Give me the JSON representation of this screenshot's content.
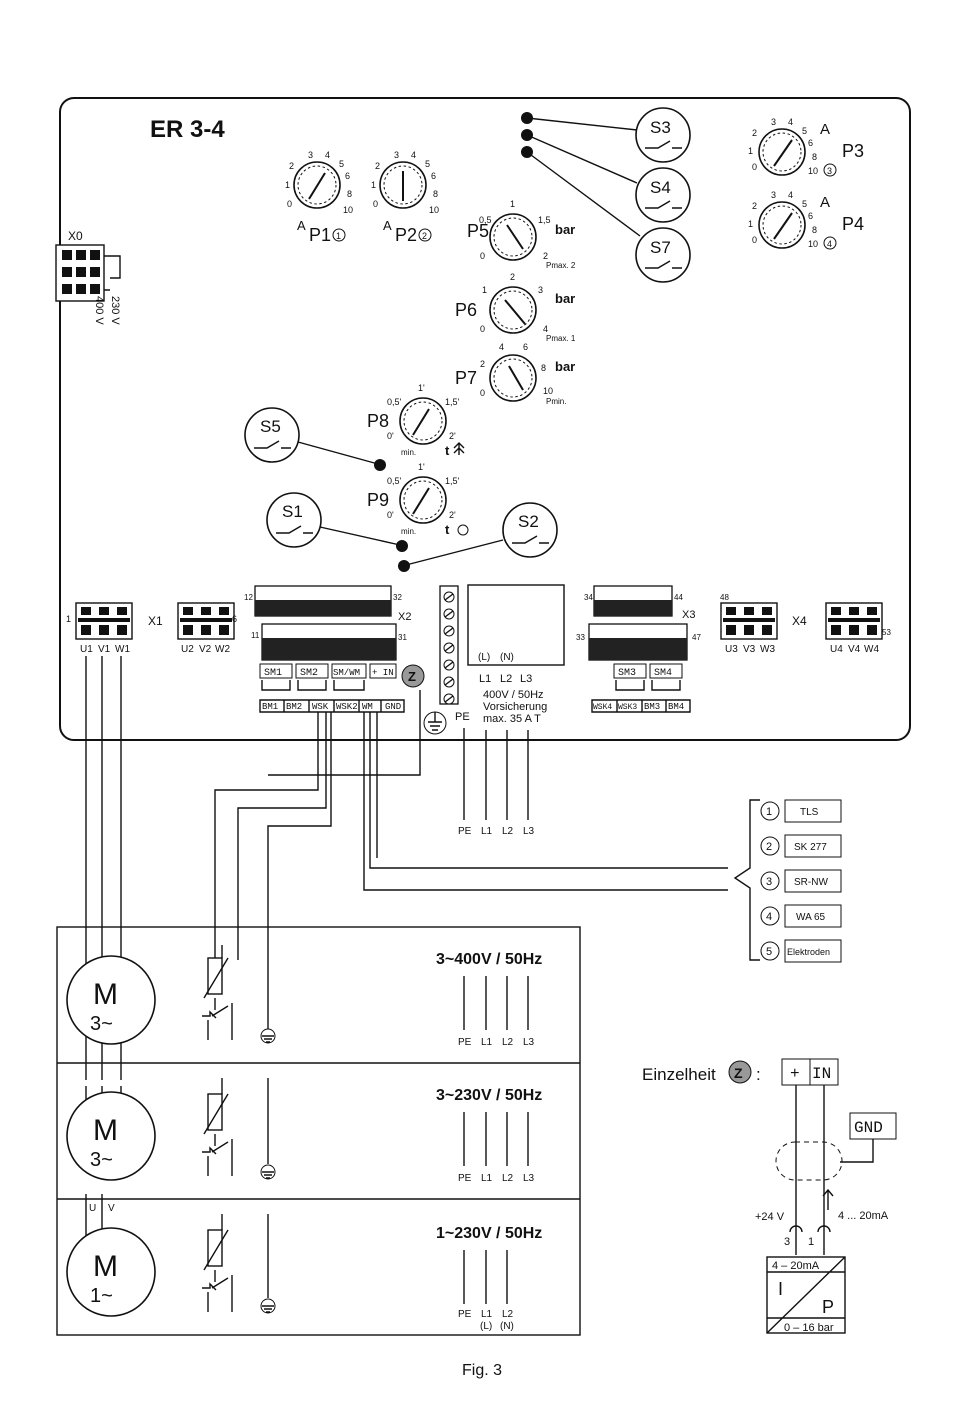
{
  "board": {
    "title": "ER 3-4"
  },
  "x0": {
    "label": "X0",
    "v230": "230 V",
    "v400": "400 V"
  },
  "potentiometers": [
    {
      "id": "P1",
      "ticks": [
        "0",
        "1",
        "2",
        "3",
        "4",
        "5",
        "6",
        "8",
        "10"
      ],
      "tag": "A",
      "badge": "1"
    },
    {
      "id": "P2",
      "ticks": [
        "0",
        "1",
        "2",
        "3",
        "4",
        "5",
        "6",
        "8",
        "10"
      ],
      "tag": "A",
      "badge": "2"
    },
    {
      "id": "P3",
      "ticks": [
        "0",
        "1",
        "2",
        "3",
        "4",
        "5",
        "6",
        "8",
        "10"
      ],
      "tag": "A",
      "badge": "3"
    },
    {
      "id": "P4",
      "ticks": [
        "0",
        "1",
        "2",
        "3",
        "4",
        "5",
        "6",
        "8",
        "10"
      ],
      "tag": "A",
      "badge": "4"
    },
    {
      "id": "P5",
      "unit": "bar",
      "ticks": [
        "0",
        "0,5",
        "1",
        "1,5",
        "2"
      ],
      "note": "Pmax. 2"
    },
    {
      "id": "P6",
      "unit": "bar",
      "ticks": [
        "0",
        "1",
        "2",
        "3",
        "4"
      ],
      "note": "Pmax. 1"
    },
    {
      "id": "P7",
      "unit": "bar",
      "ticks": [
        "0",
        "2",
        "4",
        "6",
        "8",
        "10"
      ],
      "note": "Pmin."
    },
    {
      "id": "P8",
      "ticks": [
        "0'",
        "0,5'",
        "1'",
        "1,5'",
        "2'"
      ],
      "note": "min.",
      "symbol": "t"
    },
    {
      "id": "P9",
      "ticks": [
        "0'",
        "0,5'",
        "1'",
        "1,5'",
        "2'"
      ],
      "note": "min.",
      "symbol": "t"
    }
  ],
  "switches": [
    "S1",
    "S2",
    "S3",
    "S4",
    "S5",
    "S7"
  ],
  "terminals": {
    "x1": {
      "label": "X1",
      "left": "1",
      "right": "6",
      "names": [
        "U1",
        "V1",
        "W1",
        "U2",
        "V2",
        "W2"
      ]
    },
    "x2": {
      "label": "X2",
      "n12": "12",
      "n32": "32",
      "n11": "11",
      "n31": "31"
    },
    "x3": {
      "label": "X3",
      "n34": "34",
      "n44": "44",
      "n33": "33",
      "n47": "47"
    },
    "x4": {
      "label": "X4",
      "n48": "48",
      "n53": "53",
      "names": [
        "U3",
        "V3",
        "W3",
        "U4",
        "V4",
        "W4"
      ]
    },
    "left_blocks": [
      "SM1",
      "SM2",
      "SM/WM",
      "+ IN"
    ],
    "left_bottom": [
      "BM1",
      "BM2",
      "WSK",
      "WSK2",
      "WM",
      "GND"
    ],
    "right_blocks": [
      "SM3",
      "SM4"
    ],
    "right_bottom": [
      "WSK4",
      "WSK3",
      "BM3",
      "BM4"
    ]
  },
  "mains": {
    "ln": "(L)",
    "nn": "(N)",
    "phases": [
      "L1",
      "L2",
      "L3"
    ],
    "spec1": "400V / 50Hz",
    "spec2": "Vorsicherung",
    "spec3": "max. 35 A  T",
    "pe": "PE",
    "supply": [
      "PE",
      "L1",
      "L2",
      "L3"
    ]
  },
  "sensors": [
    {
      "num": "1",
      "name": "TLS"
    },
    {
      "num": "2",
      "name": "SK 277"
    },
    {
      "num": "3",
      "name": "SR-NW"
    },
    {
      "num": "4",
      "name": "WA 65"
    },
    {
      "num": "5",
      "name": "Elektroden"
    }
  ],
  "motors": [
    {
      "m": "M",
      "phase": "3~",
      "supply": "3~400V / 50Hz",
      "terms": [
        "PE",
        "L1",
        "L2",
        "L3"
      ]
    },
    {
      "m": "M",
      "phase": "3~",
      "supply": "3~230V / 50Hz",
      "terms": [
        "PE",
        "L1",
        "L2",
        "L3"
      ]
    },
    {
      "m": "M",
      "phase": "1~",
      "supply": "1~230V / 50Hz",
      "terms": [
        "PE",
        "L1",
        "L2"
      ],
      "sub": [
        "(L)",
        "(N)"
      ],
      "uv": [
        "U",
        "V"
      ]
    }
  ],
  "detail": {
    "label": "Einzelheit",
    "badge": "Z",
    "colon": ":",
    "plus": "+",
    "in": "IN",
    "gnd": "GND",
    "v24": "+24 V",
    "ma": "4 ... 20mA",
    "t3": "3",
    "t1": "1",
    "range": "4 – 20mA",
    "i": "I",
    "p": "P",
    "bar": "0 – 16 bar"
  },
  "caption": "Fig. 3"
}
